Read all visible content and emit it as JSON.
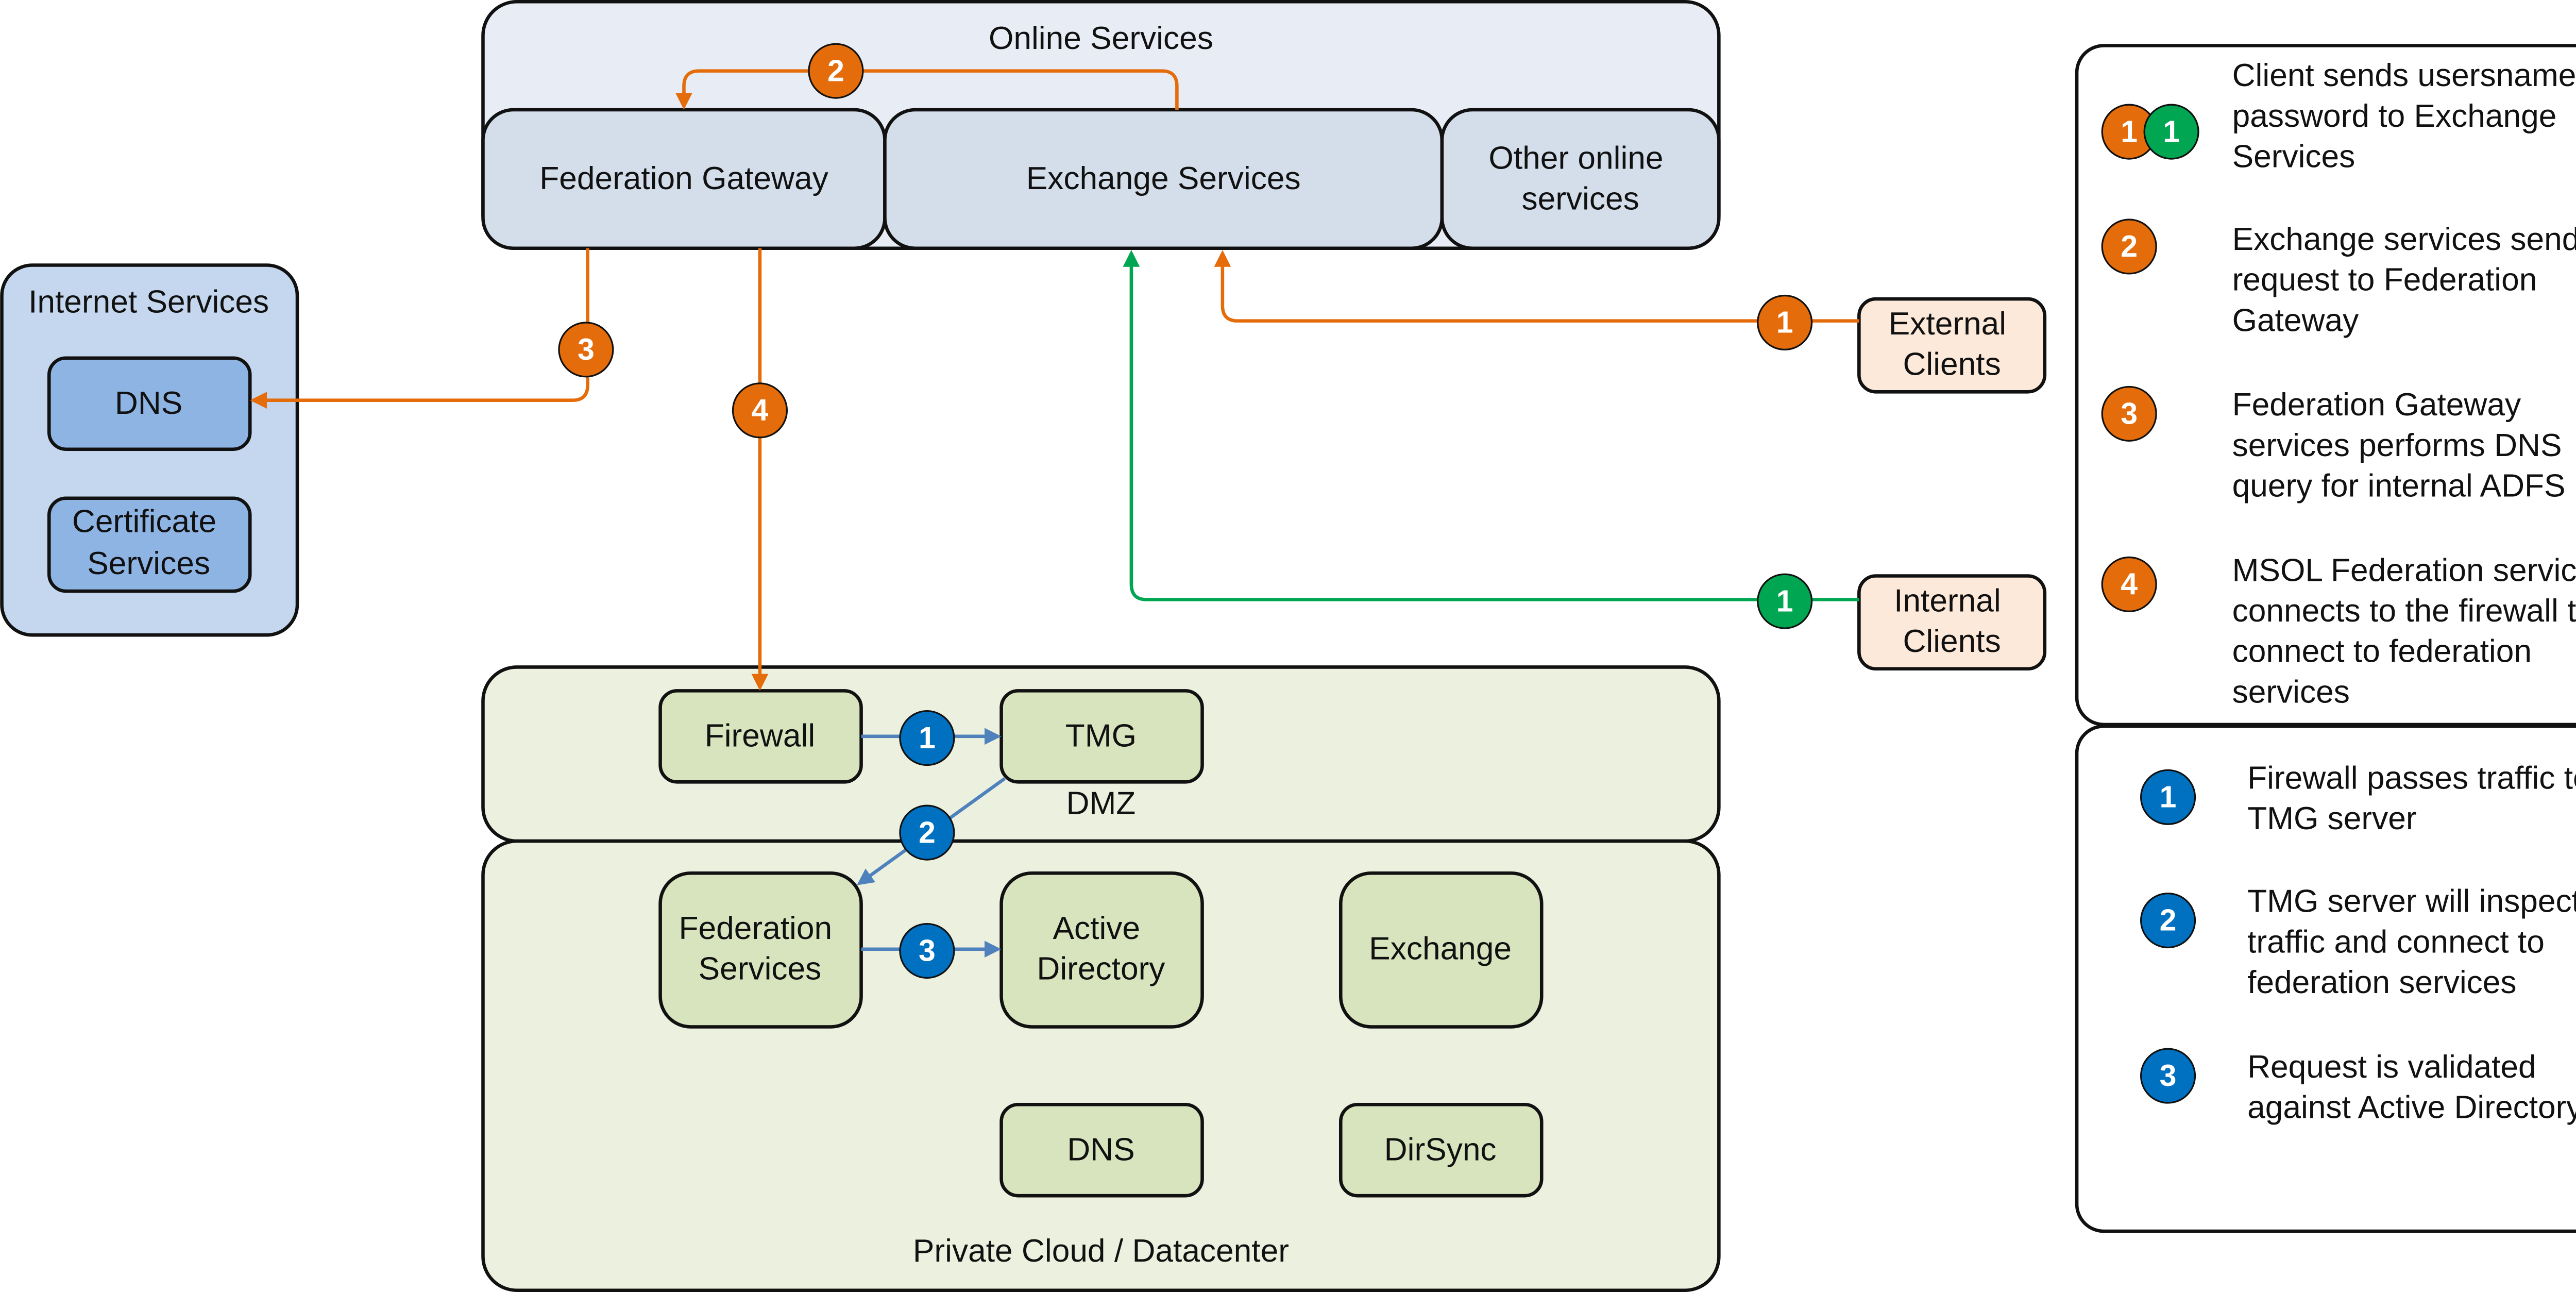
{
  "colors": {
    "orange": "#E46C0A",
    "green": "#00A651",
    "blue": "#0070C0",
    "blue_line": "#4F81BD",
    "online_outer": "#E8EDF5",
    "online_box": "#D3DEEA",
    "internet_outer": "#C5D7EE",
    "internet_box": "#8EB4E3",
    "private_outer": "#EBF1DE",
    "private_box": "#D7E4BD",
    "client_box": "#FDE9D9"
  },
  "online_services": {
    "title": "Online Services",
    "federation_gateway": "Federation Gateway",
    "exchange_services": "Exchange Services",
    "other_online": [
      "Other online",
      "services"
    ]
  },
  "internet_services": {
    "title": "Internet Services",
    "dns": "DNS",
    "certificate": [
      "Certificate",
      "Services"
    ]
  },
  "clients": {
    "external": [
      "External",
      "Clients"
    ],
    "internal": [
      "Internal",
      "Clients"
    ]
  },
  "dmz": {
    "title": "DMZ",
    "firewall": "Firewall",
    "tmg": "TMG"
  },
  "private_cloud": {
    "title": "Private Cloud / Datacenter",
    "federation_services": [
      "Federation",
      "Services"
    ],
    "active_directory": [
      "Active",
      "Directory"
    ],
    "exchange": "Exchange",
    "dns": "DNS",
    "dirsync": "DirSync"
  },
  "flow_badges": {
    "external_1": "1",
    "internal_1": "1",
    "gateway_2": "2",
    "dns_3": "3",
    "firewall_4": "4",
    "fw_tmg_1": "1",
    "tmg_fed_2": "2",
    "fed_ad_3": "3"
  },
  "legend_online": [
    {
      "badges": [
        "1",
        "1"
      ],
      "lines": [
        "Client sends usersname and",
        "password to Exchange",
        "Services"
      ]
    },
    {
      "badges": [
        "2"
      ],
      "lines": [
        "Exchange services sends",
        "request to Federation",
        "Gateway"
      ]
    },
    {
      "badges": [
        "3"
      ],
      "lines": [
        "Federation Gateway",
        "services performs DNS",
        "query for internal ADFS"
      ]
    },
    {
      "badges": [
        "4"
      ],
      "lines": [
        "MSOL Federation service",
        "connects to the firewall to",
        "connect to federation",
        "services"
      ]
    }
  ],
  "legend_private": [
    {
      "badge": "1",
      "lines": [
        "Firewall passes traffic to",
        "TMG server"
      ]
    },
    {
      "badge": "2",
      "lines": [
        "TMG server will inspect",
        "traffic and connect to",
        "federation services"
      ]
    },
    {
      "badge": "3",
      "lines": [
        "Request  is validated",
        "against Active Directory"
      ]
    }
  ]
}
